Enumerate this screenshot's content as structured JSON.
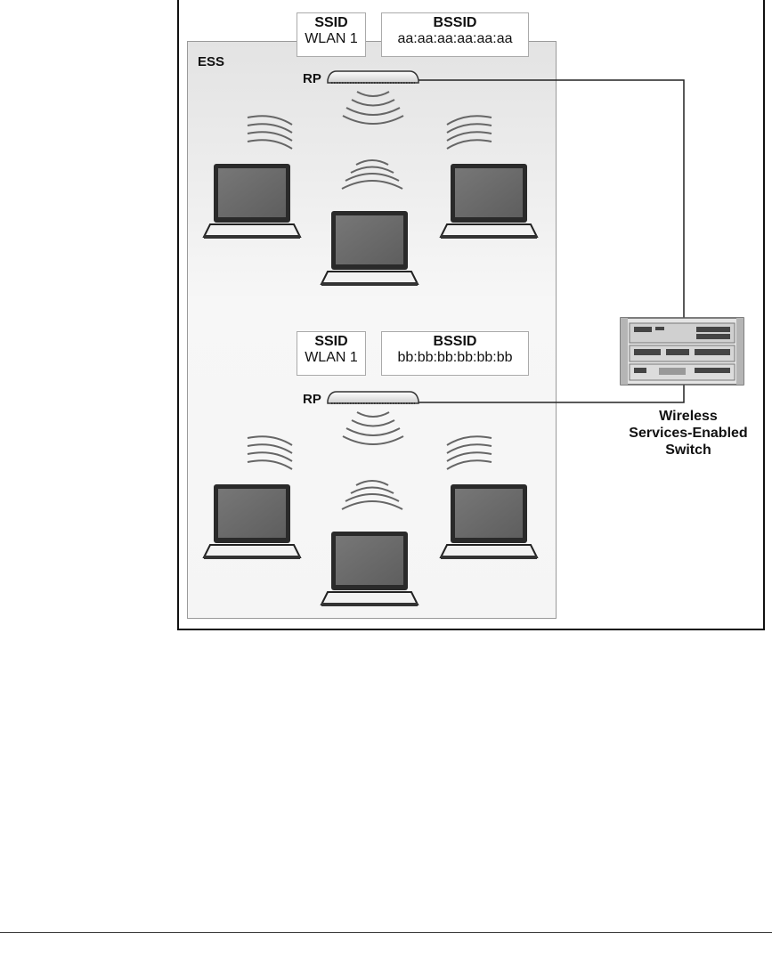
{
  "ess_label": "ESS",
  "bss1": {
    "ssid_title": "SSID",
    "ssid_value": "WLAN 1",
    "bssid_title": "BSSID",
    "bssid_value": "aa:aa:aa:aa:aa:aa",
    "rp_label": "RP"
  },
  "bss2": {
    "ssid_title": "SSID",
    "ssid_value": "WLAN 1",
    "bssid_title": "BSSID",
    "bssid_value": "bb:bb:bb:bb:bb:bb",
    "rp_label": "RP"
  },
  "switch_caption": [
    "Wireless",
    "Services-Enabled",
    "Switch"
  ]
}
